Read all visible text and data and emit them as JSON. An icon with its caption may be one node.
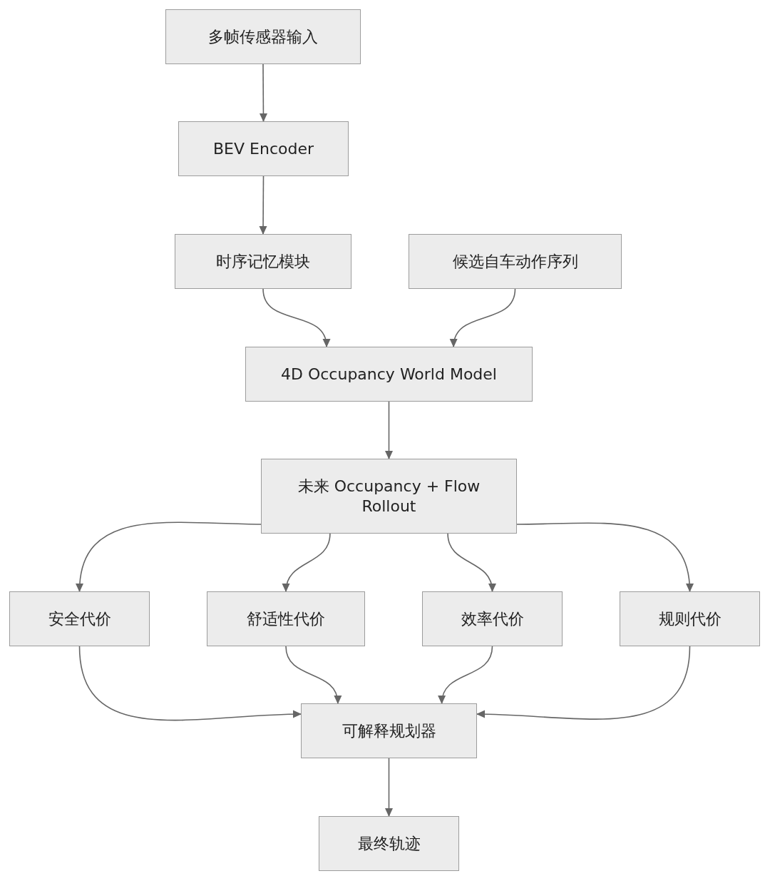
{
  "diagram": {
    "nodes": [
      {
        "text": [
          "多帧传感器输入"
        ]
      },
      {
        "text": [
          "BEV Encoder"
        ]
      },
      {
        "text": [
          "时序记忆模块"
        ]
      },
      {
        "text": [
          "候选自车动作序列"
        ]
      },
      {
        "text": [
          "4D Occupancy World Model"
        ]
      },
      {
        "text": [
          "未来 Occupancy + Flow Rollout"
        ]
      },
      {
        "text": [
          "安全代价"
        ]
      },
      {
        "text": [
          "舒适性代价"
        ]
      },
      {
        "text": [
          "效率代价"
        ]
      },
      {
        "text": [
          "规则代价"
        ]
      },
      {
        "text": [
          "可解释规划器"
        ]
      },
      {
        "text": [
          "最终轨迹"
        ]
      }
    ],
    "edges": [
      {
        "from": 0,
        "to": 1,
        "arrow": "to"
      },
      {
        "from": 1,
        "to": 2,
        "arrow": "to"
      },
      {
        "from": 2,
        "to": 4,
        "arrow": "to"
      },
      {
        "from": 3,
        "to": 4,
        "arrow": "to"
      },
      {
        "from": 4,
        "to": 5,
        "arrow": "to"
      },
      {
        "from": 5,
        "to": 6,
        "arrow": "to"
      },
      {
        "from": 5,
        "to": 7,
        "arrow": "to"
      },
      {
        "from": 5,
        "to": 8,
        "arrow": "to"
      },
      {
        "from": 5,
        "to": 9,
        "arrow": "to"
      },
      {
        "from": 6,
        "to": 10,
        "arrow": "to"
      },
      {
        "from": 7,
        "to": 10,
        "arrow": "to"
      },
      {
        "from": 8,
        "to": 10,
        "arrow": "to"
      },
      {
        "from": 9,
        "to": 10,
        "arrow": "to"
      },
      {
        "from": 10,
        "to": 11,
        "arrow": "to"
      }
    ]
  }
}
